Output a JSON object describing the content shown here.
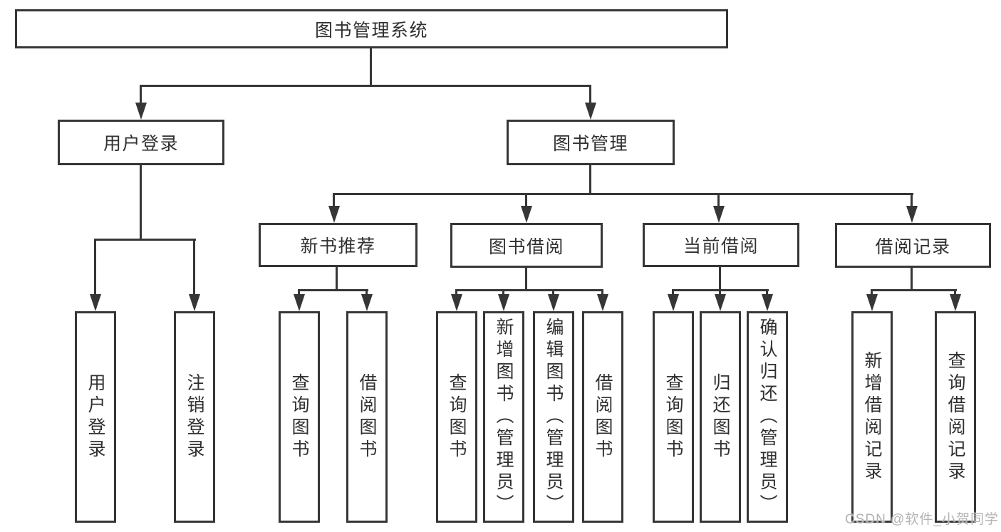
{
  "diagram_type": "hierarchy-tree",
  "colors": {
    "background": "#ffffff",
    "line": "#363636",
    "box_border": "#363636",
    "text": "#303030",
    "watermark": "#b3b3b3"
  },
  "tree": {
    "root": {
      "label": "图书管理系统"
    },
    "children": [
      {
        "label": "用户登录",
        "children": [
          {
            "label": "用户登录"
          },
          {
            "label": "注销登录"
          }
        ]
      },
      {
        "label": "图书管理",
        "children": [
          {
            "label": "新书推荐",
            "children": [
              {
                "label": "查询图书"
              },
              {
                "label": "借阅图书"
              }
            ]
          },
          {
            "label": "图书借阅",
            "children": [
              {
                "label": "查询图书"
              },
              {
                "label": "新增图书（管理员）"
              },
              {
                "label": "编辑图书（管理员）"
              },
              {
                "label": "借阅图书"
              }
            ]
          },
          {
            "label": "当前借阅",
            "children": [
              {
                "label": "查询图书"
              },
              {
                "label": "归还图书"
              },
              {
                "label": "确认归还（管理员）"
              }
            ]
          },
          {
            "label": "借阅记录",
            "children": [
              {
                "label": "新增借阅记录"
              },
              {
                "label": "查询借阅记录"
              }
            ]
          }
        ]
      }
    ]
  },
  "watermark": {
    "text": "CSDN @软件_小贺同学"
  }
}
